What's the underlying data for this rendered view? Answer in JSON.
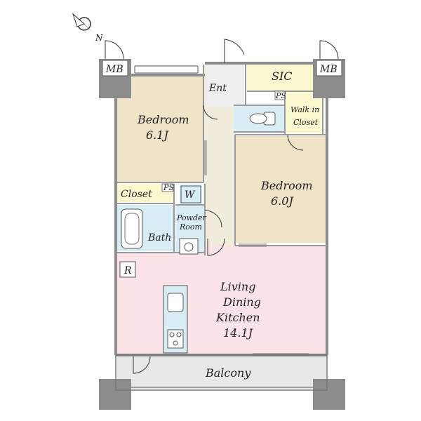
{
  "compass": {
    "label": "N"
  },
  "rooms": {
    "bedroom1": {
      "name": "Bedroom",
      "size": "6.1J"
    },
    "bedroom2": {
      "name": "Bedroom",
      "size": "6.0J"
    },
    "ldk": {
      "line1": "Living",
      "line2": "Dining",
      "line3": "Kitchen",
      "size": "14.1J"
    },
    "entrance": {
      "name": "Ent"
    },
    "sic": {
      "name": "SIC"
    },
    "walk_in": {
      "line1": "Walk in",
      "line2": "Closet"
    },
    "closet": {
      "name": "Closet"
    },
    "washer": {
      "name": "W"
    },
    "powder": {
      "line1": "Powder",
      "line2": "Room"
    },
    "bath": {
      "name": "Bath"
    },
    "refrigerator": {
      "name": "R"
    },
    "balcony": {
      "name": "Balcony"
    },
    "ps1": {
      "name": "PS"
    },
    "ps2": {
      "name": "PS"
    },
    "mb_left": {
      "name": "MB"
    },
    "mb_right": {
      "name": "MB"
    }
  },
  "colors": {
    "bedroom": "#efe3c8",
    "ldk": "#fbe3e8",
    "wet": "#d9eef4",
    "closet": "#fbf7cf",
    "hall": "#f2ecdd",
    "balcony": "#e8e8e8",
    "wall": "#8c8c8c"
  }
}
